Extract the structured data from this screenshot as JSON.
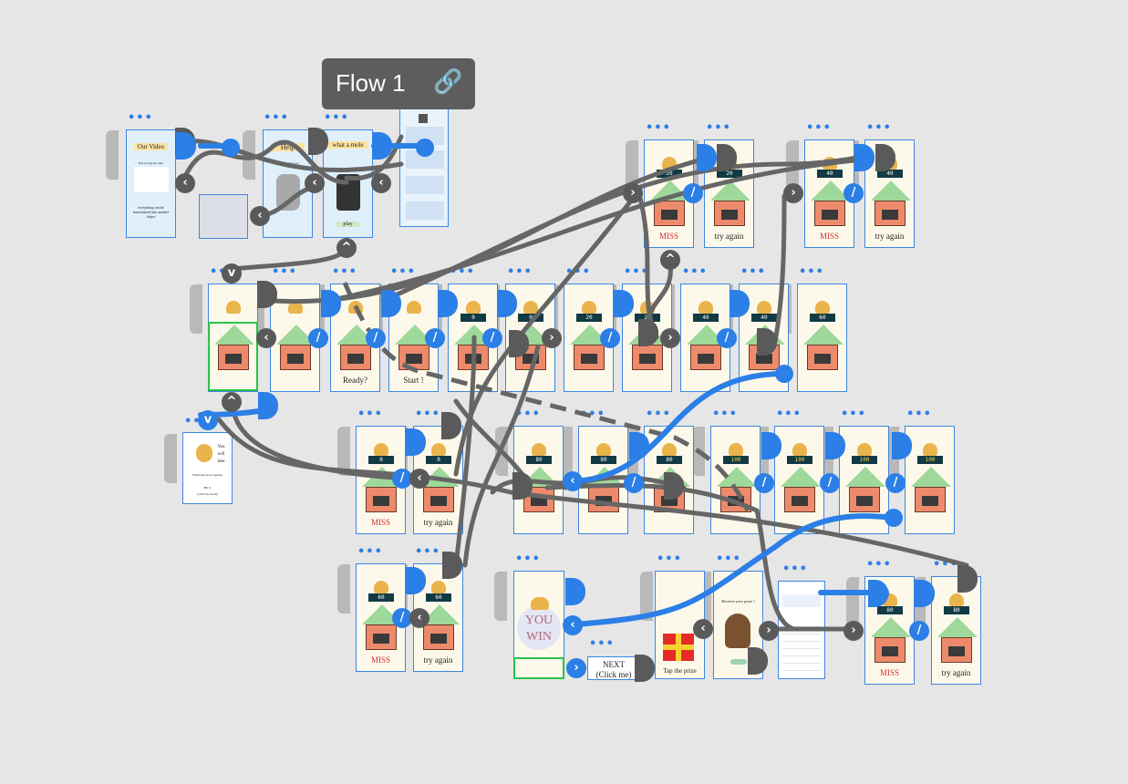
{
  "flow": {
    "label": "Flow 1",
    "link_icon": "link-icon"
  },
  "intro": {
    "video_title": "Our Video",
    "video_sub": "First set play the video",
    "video_caption": "everything can be transformed into another object",
    "help_title": "Help",
    "help_sub": "How can I help you ?",
    "mole_title": "what a mole",
    "play_label": "play"
  },
  "game": {
    "ready_label": "Ready?",
    "start_label": "Start !",
    "miss_label": "MISS",
    "try_again_label": "try again",
    "scores": [
      "0",
      "20",
      "40",
      "60",
      "80",
      "100"
    ],
    "win_line1": "YOU",
    "win_line2": "WIN",
    "next_label": "NEXT",
    "click_label": "(Click me)",
    "tap_prize_label": "Tap the prize",
    "receive_prize_label": "Receive your prize !",
    "lose_line1": "You",
    "lose_line2": "will",
    "lose_line3": "lose",
    "lose_desc": "When the mole appears",
    "hit_label": "Hit it",
    "click_mole_label": "(click the mole)"
  },
  "colors": {
    "canvas": "#e6e6e6",
    "wire_gray": "#666666",
    "wire_blue": "#2b7fe6",
    "frame_border": "#3d86e3",
    "miss_red": "#d23030"
  }
}
